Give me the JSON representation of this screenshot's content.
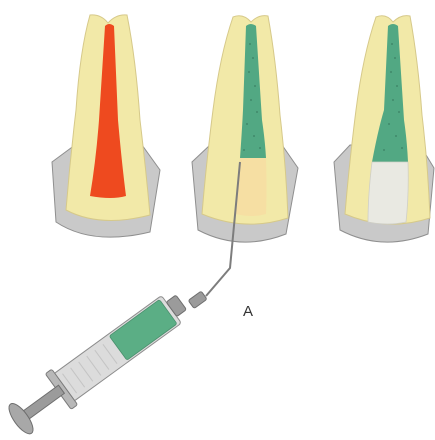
{
  "label": "A",
  "colors": {
    "bone": "#c9c9c9",
    "bone_stroke": "#8f8f8f",
    "dentin": "#f2e9a8",
    "dentin_stroke": "#d6c98a",
    "pulp": "#ee4a1f",
    "filling": "#52a883",
    "filling_dots": "#3b7f62",
    "paste": "#f6dfa3",
    "seal": "#e9e9e2",
    "syringe_body": "#dcdcdc",
    "syringe_metal": "#9b9b9b",
    "syringe_green": "#5bae85"
  },
  "stages": [
    {
      "name": "untreated-tooth-with-pulp"
    },
    {
      "name": "canal-filled-paste-injection"
    },
    {
      "name": "canal-filled-and-sealed"
    }
  ]
}
